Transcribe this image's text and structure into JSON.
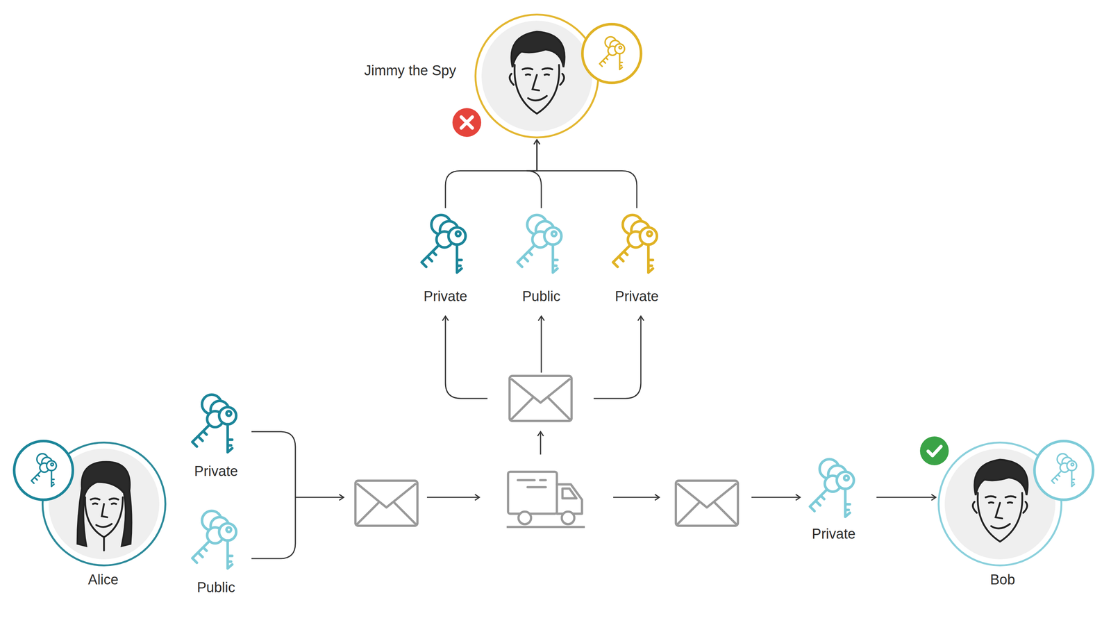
{
  "diagram": {
    "nodes": [
      {
        "text": [
          "Jimmy the Spy"
        ]
      },
      {
        "text": [
          "Private"
        ]
      },
      {
        "text": [
          "Public"
        ]
      },
      {
        "text": [
          "Private"
        ]
      },
      {
        "text": [
          "Alice"
        ]
      },
      {
        "text": [
          "Private"
        ]
      },
      {
        "text": [
          "Public"
        ]
      },
      {
        "text": [
          "Private"
        ]
      },
      {
        "text": [
          "Bob"
        ]
      }
    ],
    "edges": [
      {
        "from": 1,
        "to": 0,
        "arrow": "to"
      },
      {
        "from": 2,
        "to": 0,
        "arrow": "to"
      },
      {
        "from": 3,
        "to": 0,
        "arrow": "to"
      },
      {
        "from": 7,
        "to": 8,
        "arrow": "to"
      }
    ]
  }
}
